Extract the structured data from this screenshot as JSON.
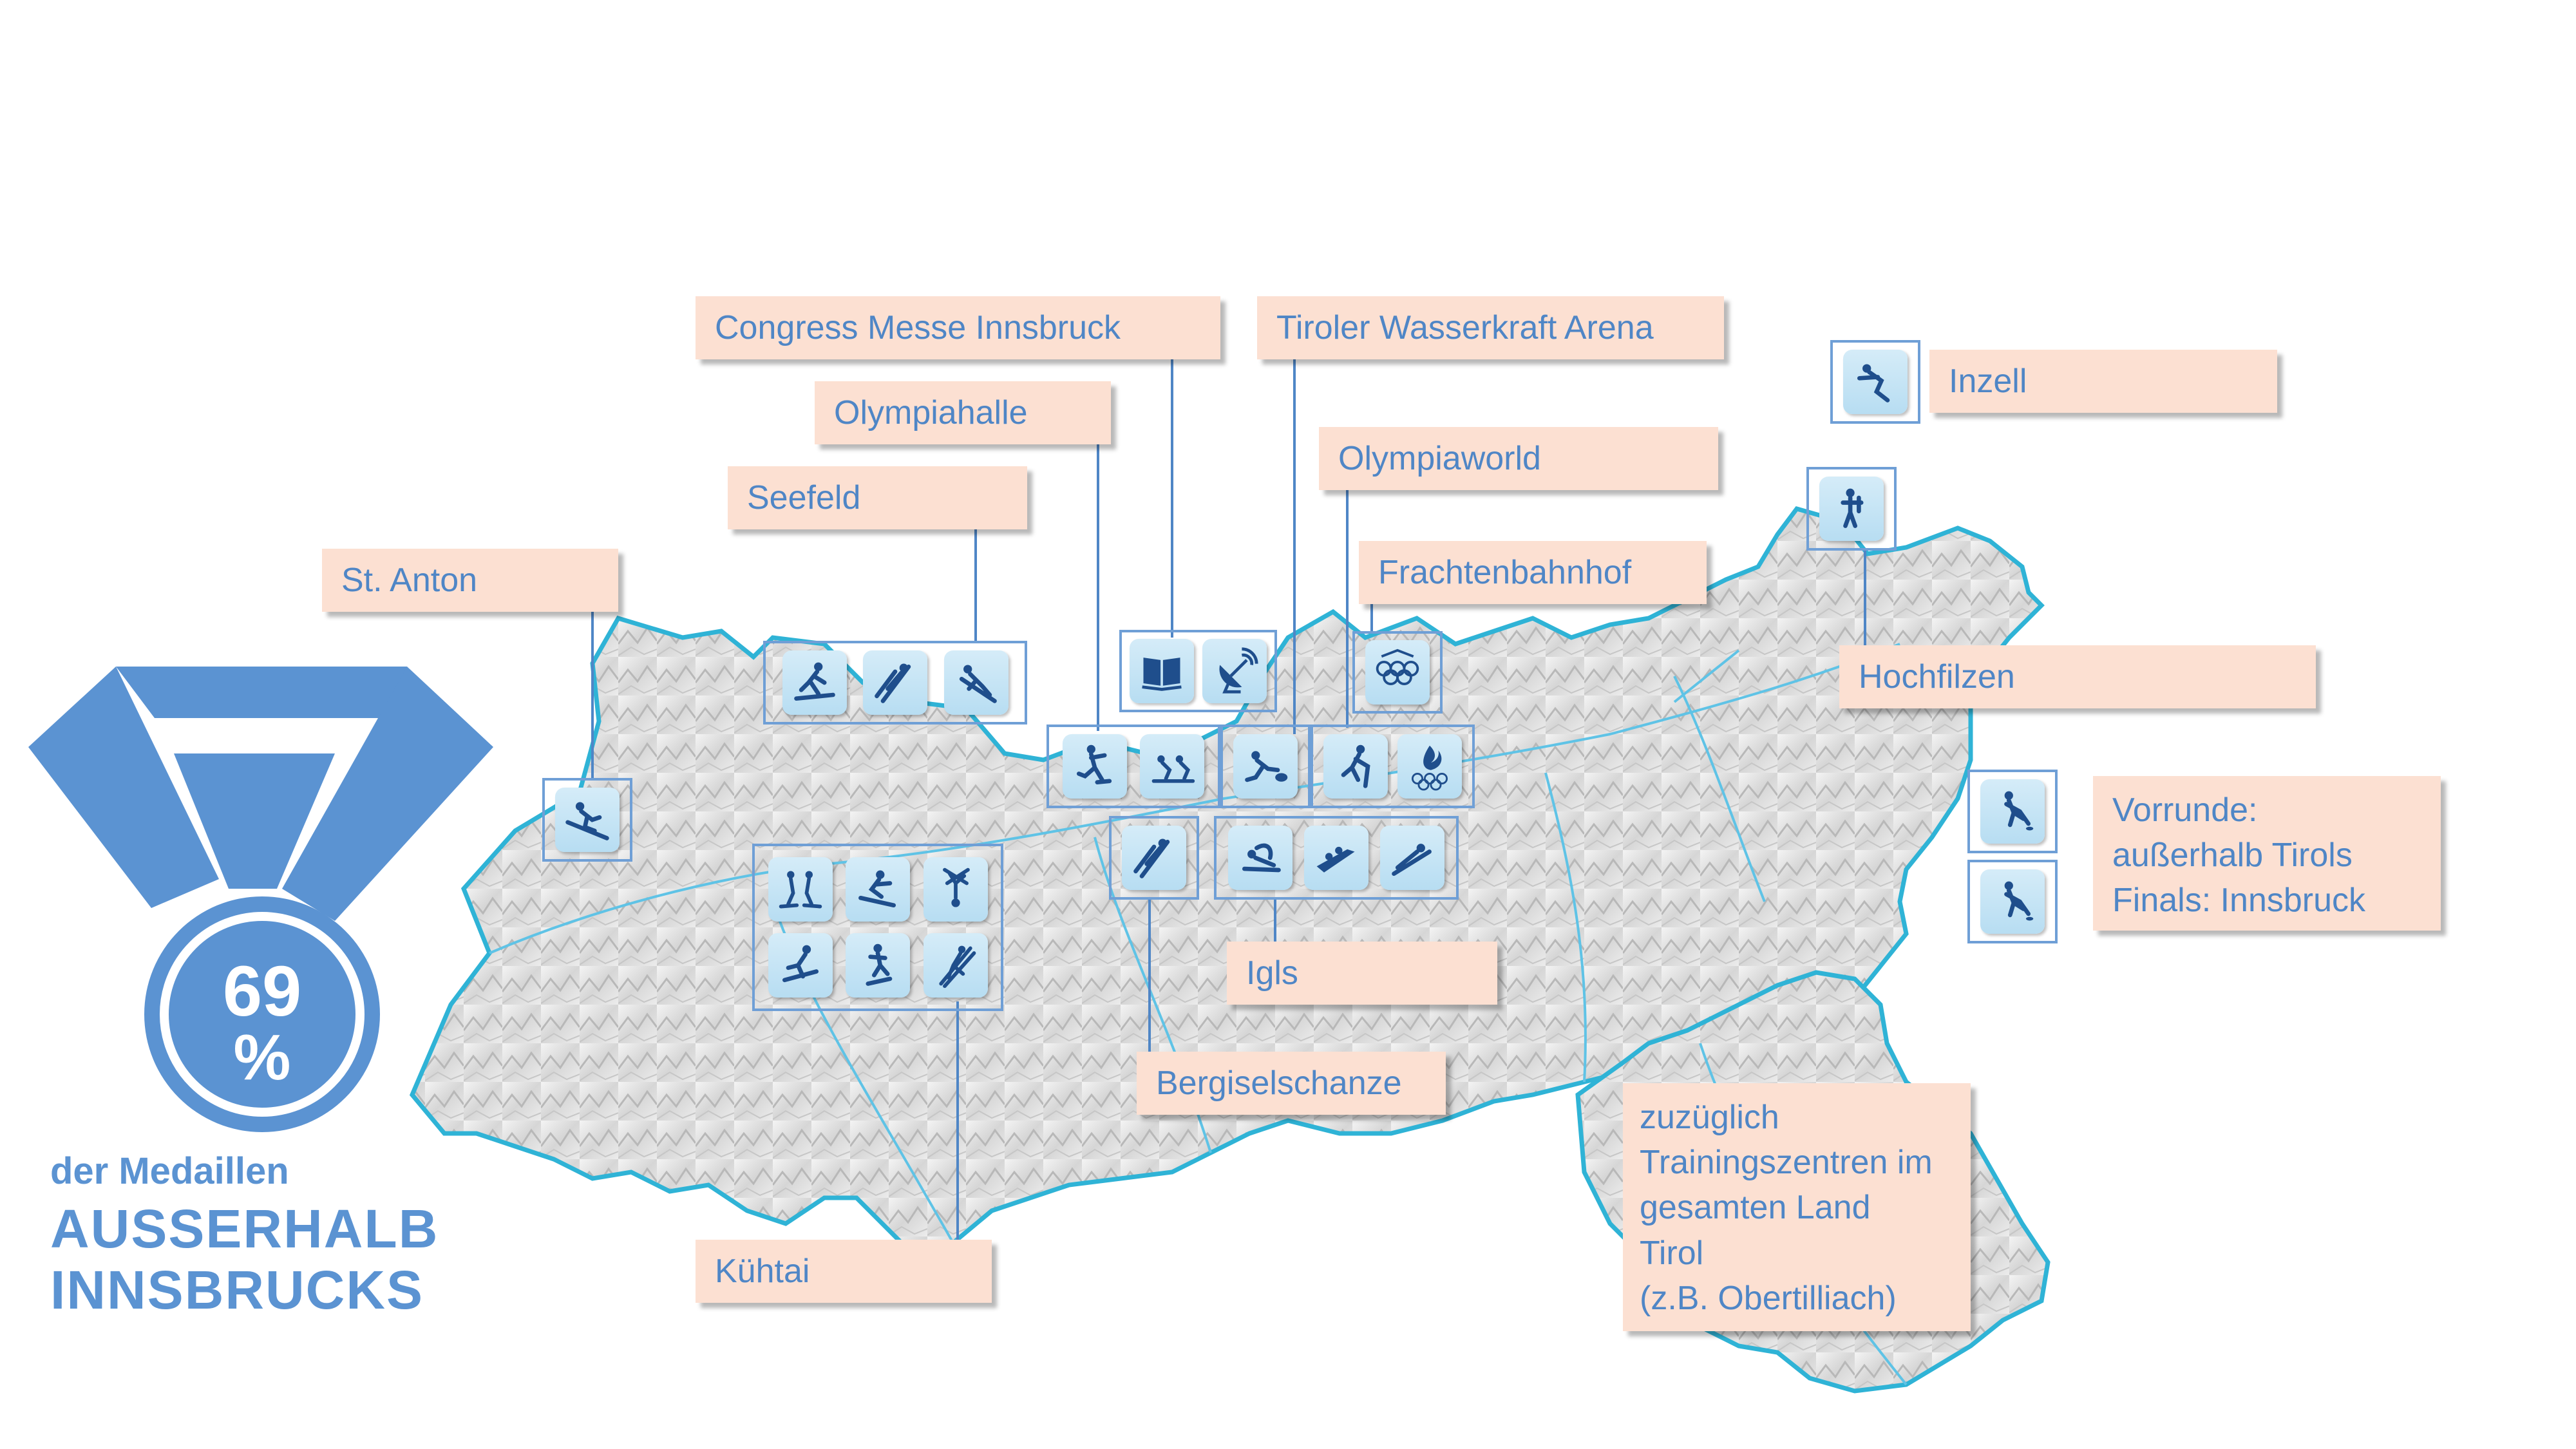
{
  "colors": {
    "label_fill": "#fce0d2",
    "label_text": "#4f86c6",
    "leader_line": "#4f86c6",
    "border_blue": "#6f9fd6",
    "map_outline": "#2fb3d6",
    "medal_blue": "#5b93d2",
    "pictogram_bg": "#c5e5f5",
    "pictogram_ink": "#1f4e8c"
  },
  "medal": {
    "percent_number": "69",
    "percent_sign": "%",
    "line1": "der Medaillen",
    "line2": "AUSSERHALB",
    "line3": "INNSBRUCKS"
  },
  "labels": [
    {
      "id": "congress",
      "text": "Congress Messe Innsbruck"
    },
    {
      "id": "wasserkraft",
      "text": "Tiroler Wasserkraft Arena"
    },
    {
      "id": "olympiahalle",
      "text": "Olympiahalle"
    },
    {
      "id": "olympiaworld",
      "text": "Olympiaworld"
    },
    {
      "id": "seefeld",
      "text": "Seefeld"
    },
    {
      "id": "frachtenbahnhof",
      "text": "Frachtenbahnhof"
    },
    {
      "id": "stanton",
      "text": "St. Anton"
    },
    {
      "id": "inzell",
      "text": "Inzell"
    },
    {
      "id": "hochfilzen",
      "text": "Hochfilzen"
    },
    {
      "id": "igls",
      "text": "Igls"
    },
    {
      "id": "bergisel",
      "text": "Bergiselschanze"
    },
    {
      "id": "kuehtai",
      "text": "Kühtai"
    }
  ],
  "vorrunde": {
    "lines": [
      "Vorrunde:",
      "außerhalb Tirols",
      "Finals: Innsbruck"
    ]
  },
  "training": {
    "lines": [
      "zuzüglich",
      "Trainingszentren im",
      "gesamten Land",
      "Tirol",
      "(z.B. Obertilliach)"
    ]
  },
  "pictogram_groups": [
    {
      "id": "seefeld-group",
      "icons": [
        "cross-country-skiing-icon",
        "ski-jumping-icon",
        "nordic-combined-icon"
      ]
    },
    {
      "id": "congress-group",
      "icons": [
        "book-icon",
        "satellite-dish-icon"
      ]
    },
    {
      "id": "frachtenbahnhof-group",
      "icons": [
        "olympic-rings-icon"
      ]
    },
    {
      "id": "innsbruck-group",
      "icons": [
        "figure-skating-icon",
        "short-track-icon"
      ]
    },
    {
      "id": "wasserkraft-group",
      "icons": [
        "curling-icon"
      ]
    },
    {
      "id": "olympiaworld-group",
      "icons": [
        "ice-hockey-icon",
        "olympic-flame-icon"
      ]
    },
    {
      "id": "stanton-group",
      "icons": [
        "alpine-skiing-icon"
      ]
    },
    {
      "id": "kuehtai-group",
      "icons": [
        "ski-cross-icon",
        "snowboard-icon",
        "freestyle-aerials-icon",
        "snowboard-halfpipe-icon",
        "freestyle-moguls-icon",
        "ski-mountaineering-icon"
      ]
    },
    {
      "id": "bergisel-group",
      "icons": [
        "ski-jumping-icon"
      ]
    },
    {
      "id": "igls-group",
      "icons": [
        "skeleton-icon",
        "bobsleigh-icon",
        "luge-icon"
      ]
    },
    {
      "id": "inzell-group",
      "icons": [
        "speed-skating-icon"
      ]
    },
    {
      "id": "hochfilzen-group",
      "icons": [
        "biathlon-icon"
      ]
    },
    {
      "id": "vorrunde-group-1",
      "icons": [
        "ice-hockey-player-icon"
      ]
    },
    {
      "id": "vorrunde-group-2",
      "icons": [
        "ice-hockey-player-icon"
      ]
    }
  ]
}
